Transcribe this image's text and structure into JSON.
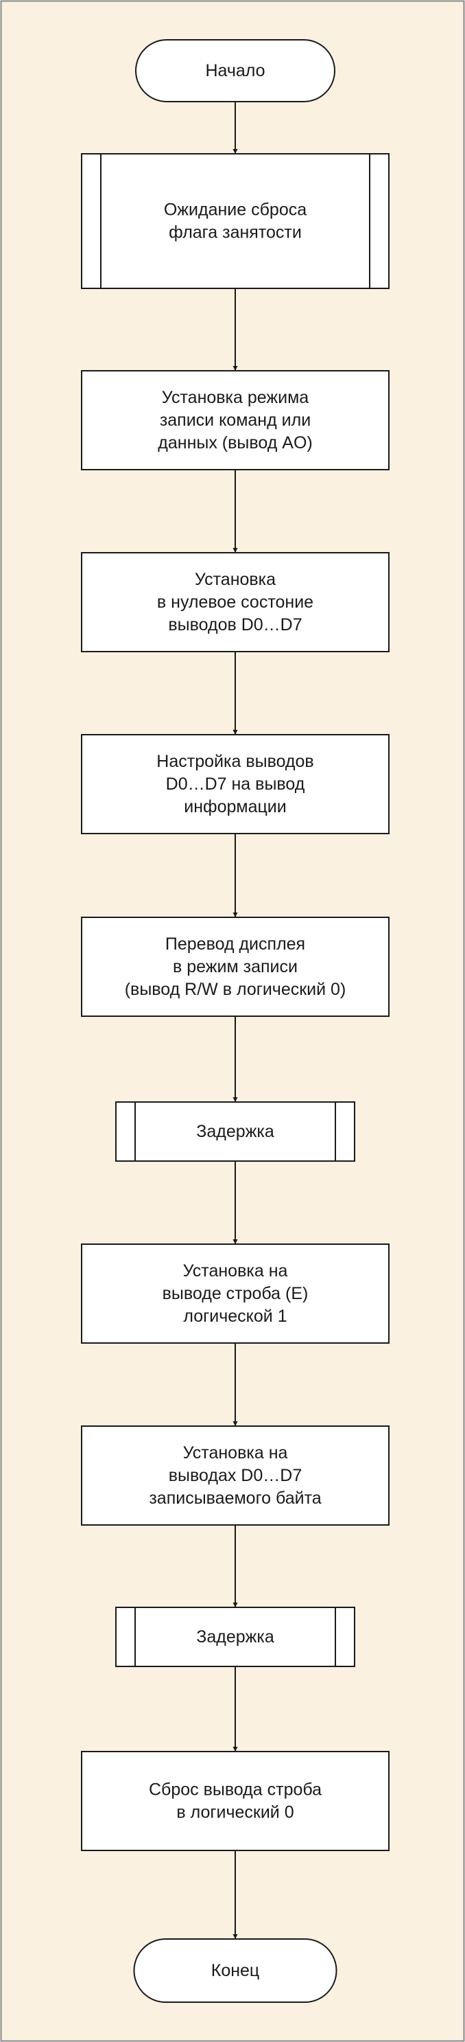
{
  "diagram": {
    "type": "flowchart",
    "colors": {
      "background": "#faf1e1",
      "frame": "#8a8a8a",
      "box_fill": "#ffffff",
      "stroke": "#1a1a1a",
      "text": "#1a1a1a"
    },
    "nodes": [
      {
        "id": "start",
        "shape": "terminal",
        "lines": [
          "Начало"
        ]
      },
      {
        "id": "wait-busy",
        "shape": "subroutine",
        "lines": [
          "Ожидание сброса",
          "флага занятости"
        ]
      },
      {
        "id": "set-mode",
        "shape": "process",
        "lines": [
          "Установка режима",
          "записи команд или",
          "данных (вывод AO)"
        ]
      },
      {
        "id": "zero-pins",
        "shape": "process",
        "lines": [
          "Установка",
          "в нулевое состоние",
          "выводов D0…D7"
        ]
      },
      {
        "id": "pins-output",
        "shape": "process",
        "lines": [
          "Настройка выводов",
          "D0…D7 на вывод",
          "информации"
        ]
      },
      {
        "id": "write-mode",
        "shape": "process",
        "lines": [
          "Перевод дисплея",
          "в режим записи",
          "(вывод R/W в логический 0)"
        ]
      },
      {
        "id": "delay-1",
        "shape": "subroutine",
        "lines": [
          "Задержка"
        ]
      },
      {
        "id": "strobe-high",
        "shape": "process",
        "lines": [
          "Установка на",
          "выводе строба (E)",
          "логической 1"
        ]
      },
      {
        "id": "set-byte",
        "shape": "process",
        "lines": [
          "Установка на",
          "выводах D0…D7",
          "записываемого байта"
        ]
      },
      {
        "id": "delay-2",
        "shape": "subroutine",
        "lines": [
          "Задержка"
        ]
      },
      {
        "id": "strobe-low",
        "shape": "process",
        "lines": [
          "Сброс вывода строба",
          "в логический 0"
        ]
      },
      {
        "id": "end",
        "shape": "terminal",
        "lines": [
          "Конец"
        ]
      }
    ]
  }
}
